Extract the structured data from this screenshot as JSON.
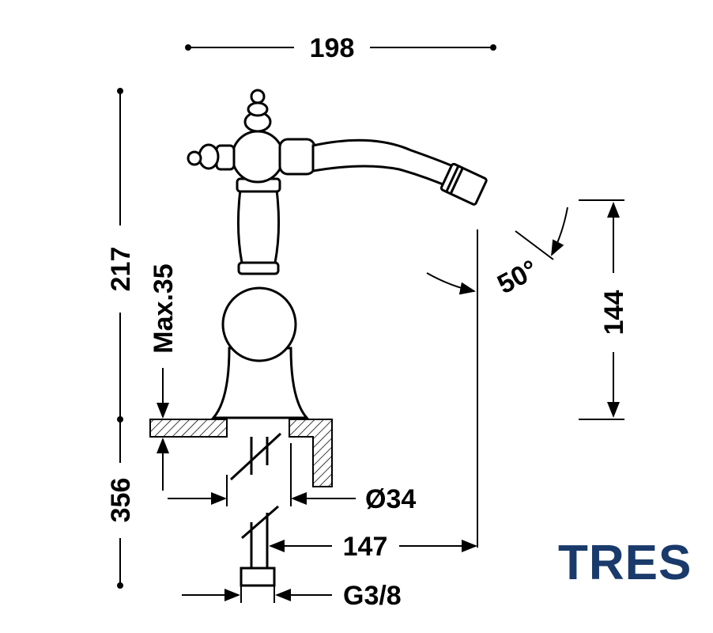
{
  "dimensions": {
    "width_total": "198",
    "height_total": "217",
    "deck_thickness": "Max.35",
    "height_to_outlet": "144",
    "spout_angle": "50°",
    "below_deck": "356",
    "hole_diameter": "Ø34",
    "spout_reach": "147",
    "connection": "G3/8"
  },
  "brand": {
    "name": "TRES",
    "color": "#1a3a6b"
  }
}
